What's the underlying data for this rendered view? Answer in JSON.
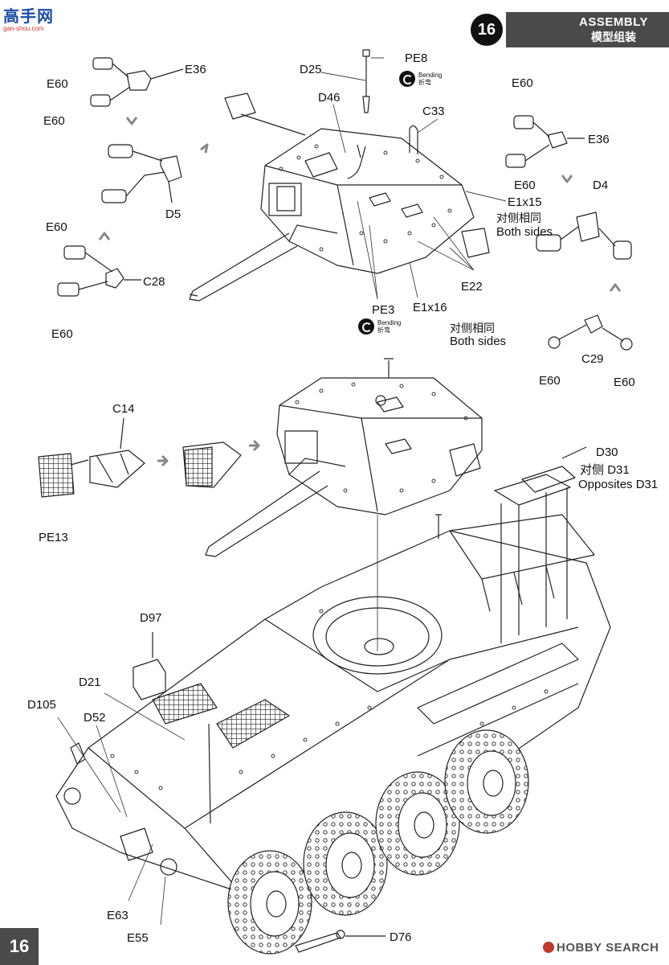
{
  "header": {
    "title_en": "ASSEMBLY",
    "title_cn": "模型组装",
    "step_number": "16"
  },
  "logo": {
    "text_cn": "高手网",
    "url": "gao-shou.com"
  },
  "page_number": "16",
  "watermark": "HOBBY SEARCH",
  "bending_notes": [
    {
      "en": "Bending",
      "cn": "折弯"
    },
    {
      "en": "Bending",
      "cn": "折弯"
    }
  ],
  "labels": {
    "e60_a": "E60",
    "e36_a": "E36",
    "e60_b": "E60",
    "d5": "D5",
    "e60_c": "E60",
    "c28": "C28",
    "e60_d": "E60",
    "d25": "D25",
    "pe8": "PE8",
    "d46": "D46",
    "c33": "C33",
    "e1x15": "E1x15",
    "both_sides_cn_1": "对侧相同",
    "both_sides_en_1": "Both sides",
    "e22": "E22",
    "pe3": "PE3",
    "e1x16": "E1x16",
    "both_sides_cn_2": "对侧相同",
    "both_sides_en_2": "Both sides",
    "e60_e": "E60",
    "e36_b": "E36",
    "e60_f": "E60",
    "d4": "D4",
    "c29": "C29",
    "e60_g": "E60",
    "e60_h": "E60",
    "c14": "C14",
    "pe13": "PE13",
    "d30": "D30",
    "opposite_cn": "对侧",
    "d31": "D31",
    "opposites_en": "Opposites D31",
    "d97": "D97",
    "d21": "D21",
    "d105": "D105",
    "d52": "D52",
    "e63": "E63",
    "e55": "E55",
    "d76": "D76"
  }
}
